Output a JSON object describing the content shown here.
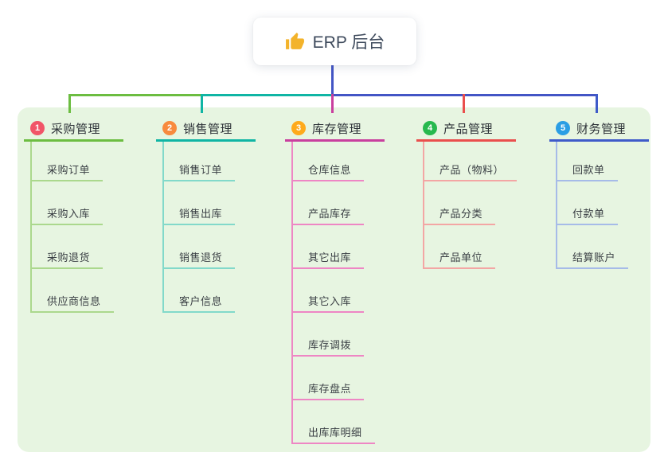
{
  "root": {
    "label": "ERP 后台",
    "icon_name": "thumbs-up",
    "emoji": "👍"
  },
  "colors": {
    "page_bg": "#ffffff",
    "panel_bg": "#e7f5e1",
    "root_line": "#4355c5",
    "root_text": "#3e4a5c",
    "thumb_icon": "#f3b32b",
    "title_text": "#2d3238",
    "child_text": "#3b4045",
    "badge_text": "#ffffff"
  },
  "branches": [
    {
      "number": "1",
      "title": "采购管理",
      "badge_color": "#f15568",
      "line_color": "#6cbd41",
      "child_line_color": "#abd88d",
      "children": [
        "采购订单",
        "采购入库",
        "采购退货",
        "供应商信息"
      ]
    },
    {
      "number": "2",
      "title": "销售管理",
      "badge_color": "#f88a3e",
      "line_color": "#10b5a4",
      "child_line_color": "#82d9ca",
      "children": [
        "销售订单",
        "销售出库",
        "销售退货",
        "客户信息"
      ]
    },
    {
      "number": "3",
      "title": "库存管理",
      "badge_color": "#feaa1c",
      "line_color": "#c93f9e",
      "child_line_color": "#ee86c4",
      "children": [
        "仓库信息",
        "产品库存",
        "其它出库",
        "其它入库",
        "库存调拨",
        "库存盘点",
        "出库库明细"
      ]
    },
    {
      "number": "4",
      "title": "产品管理",
      "badge_color": "#27b94e",
      "line_color": "#ea4f4d",
      "child_line_color": "#f3a6a4",
      "children": [
        "产品（物料）",
        "产品分类",
        "产品单位"
      ]
    },
    {
      "number": "5",
      "title": "财务管理",
      "badge_color": "#2b9ee4",
      "line_color": "#3f5bc9",
      "child_line_color": "#a6bbe8",
      "children": [
        "回款单",
        "付款单",
        "结算账户"
      ]
    }
  ]
}
